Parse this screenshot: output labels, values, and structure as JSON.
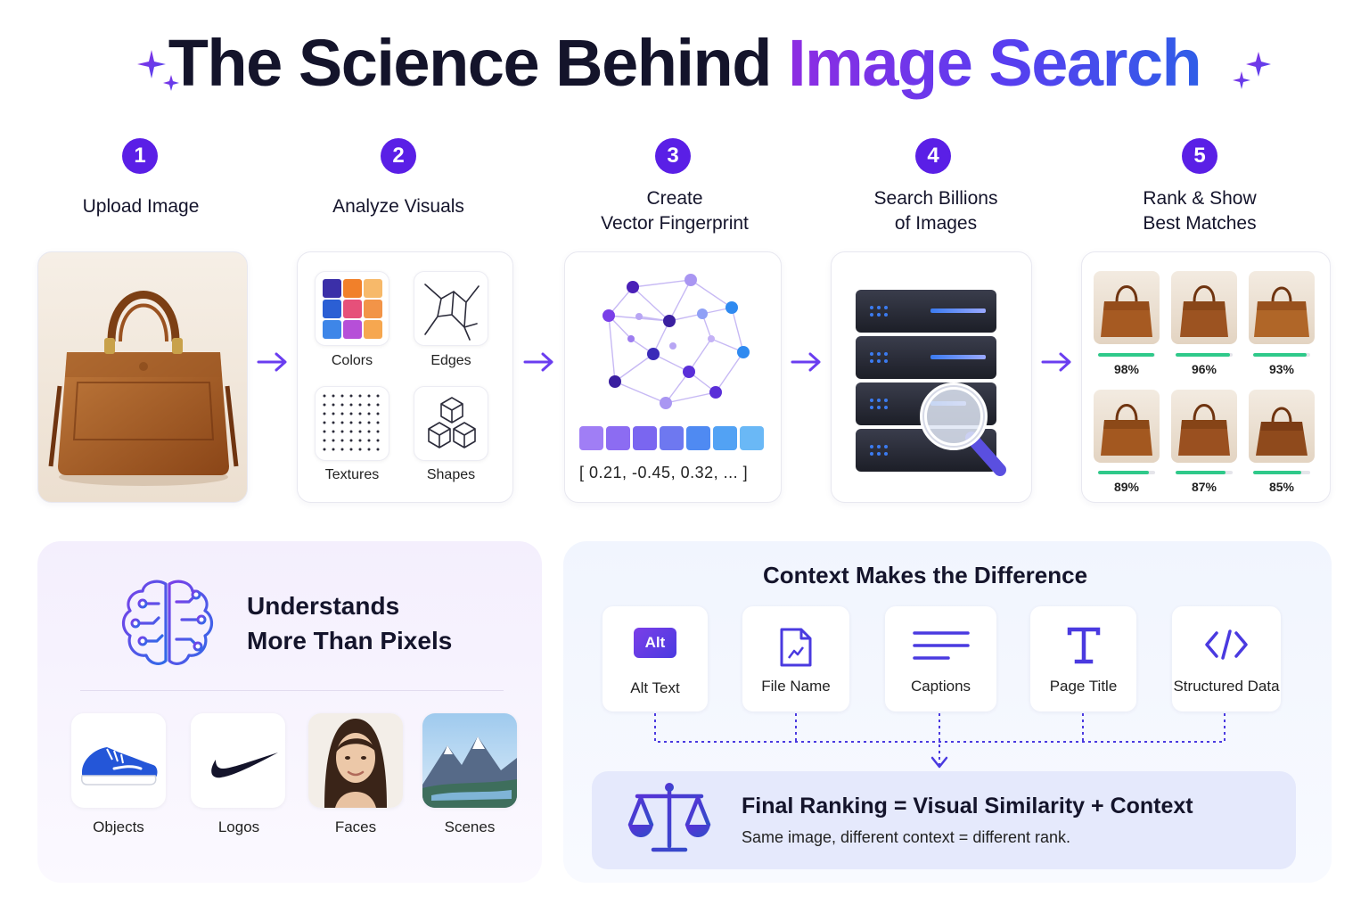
{
  "title": {
    "part1": "The Science Behind ",
    "part2": "Image Search"
  },
  "steps": [
    {
      "number": "1",
      "title_l1": "Upload Image",
      "title_l2": ""
    },
    {
      "number": "2",
      "title_l1": "Analyze Visuals",
      "title_l2": ""
    },
    {
      "number": "3",
      "title_l1": "Create",
      "title_l2": "Vector Fingerprint"
    },
    {
      "number": "4",
      "title_l1": "Search Billions",
      "title_l2": "of Images"
    },
    {
      "number": "5",
      "title_l1": "Rank & Show",
      "title_l2": "Best Matches"
    }
  ],
  "analyze": {
    "colors": "Colors",
    "edges": "Edges",
    "textures": "Textures",
    "shapes": "Shapes"
  },
  "vector": {
    "text": "[ 0.21,  -0.45,  0.32,  ...  ]"
  },
  "results": [
    {
      "pct": "98%",
      "score": 0.98
    },
    {
      "pct": "96%",
      "score": 0.96
    },
    {
      "pct": "93%",
      "score": 0.93
    },
    {
      "pct": "89%",
      "score": 0.89
    },
    {
      "pct": "87%",
      "score": 0.87
    },
    {
      "pct": "85%",
      "score": 0.85
    }
  ],
  "understands": {
    "line1": "Understands",
    "line2": "More Than Pixels",
    "items": {
      "objects": "Objects",
      "logos": "Logos",
      "faces": "Faces",
      "scenes": "Scenes"
    }
  },
  "context": {
    "title": "Context Makes the Difference",
    "alt_badge": "Alt",
    "items": {
      "alt": "Alt Text",
      "file": "File Name",
      "captions": "Captions",
      "page": "Page Title",
      "structured": "Structured Data"
    }
  },
  "final": {
    "title": "Final Ranking = Visual Similarity + Context",
    "subtitle": "Same image, different context = different rank."
  },
  "colors": {
    "accent": "#5a1fe6",
    "blue": "#2f5ee8",
    "green": "#2fc98a",
    "leather": "#a65a22"
  }
}
